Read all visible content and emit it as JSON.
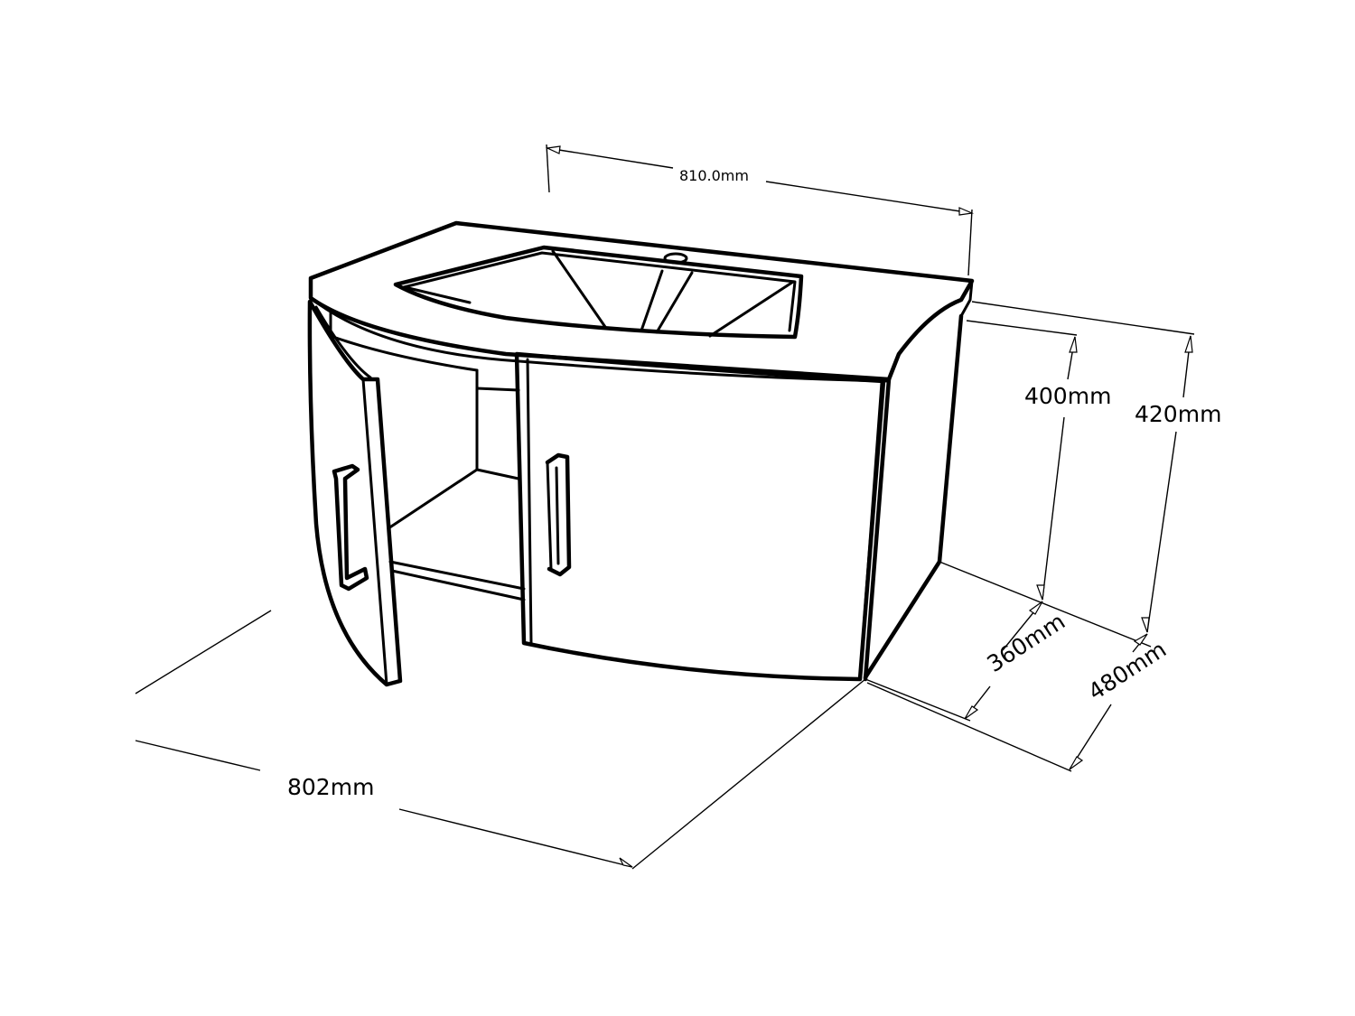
{
  "dimensions": {
    "top_width": "810.0mm",
    "front_width": "802mm",
    "cabinet_height": "400mm",
    "total_height": "420mm",
    "cabinet_depth": "360mm",
    "total_depth": "480mm"
  },
  "colors": {
    "ink": "#000000",
    "paper": "#ffffff"
  }
}
